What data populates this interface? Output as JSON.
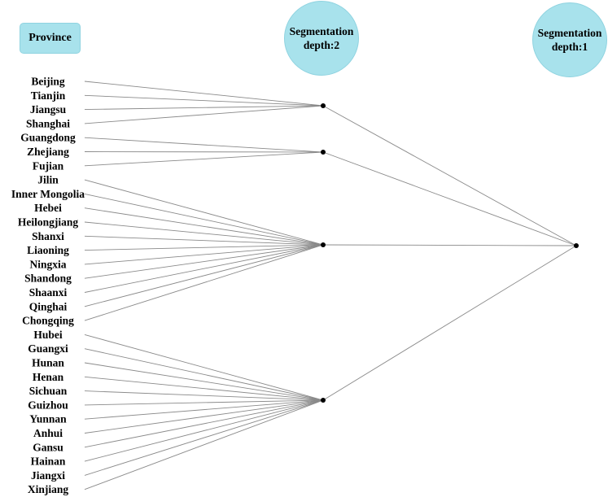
{
  "header": {
    "province_label": "Province"
  },
  "levels": {
    "depth2_label": "Segmentation\ndepth:2",
    "depth1_label": "Segmentation\ndepth:1"
  },
  "colors": {
    "header_fill": "#a8e2ec",
    "edge": "#8a8a8a",
    "node": "#000000"
  },
  "provinces": [
    {
      "name": "Beijing",
      "group": 0
    },
    {
      "name": "Tianjin",
      "group": 0
    },
    {
      "name": "Jiangsu",
      "group": 0
    },
    {
      "name": "Shanghai",
      "group": 0
    },
    {
      "name": "Guangdong",
      "group": 1
    },
    {
      "name": "Zhejiang",
      "group": 1
    },
    {
      "name": "Fujian",
      "group": 1
    },
    {
      "name": "Jilin",
      "group": 2
    },
    {
      "name": "Inner Mongolia",
      "group": 2
    },
    {
      "name": "Hebei",
      "group": 2
    },
    {
      "name": "Heilongjiang",
      "group": 2
    },
    {
      "name": "Shanxi",
      "group": 2
    },
    {
      "name": "Liaoning",
      "group": 2
    },
    {
      "name": "Ningxia",
      "group": 2
    },
    {
      "name": "Shandong",
      "group": 2
    },
    {
      "name": "Shaanxi",
      "group": 2
    },
    {
      "name": "Qinghai",
      "group": 2
    },
    {
      "name": "Chongqing",
      "group": 2
    },
    {
      "name": "Hubei",
      "group": 3
    },
    {
      "name": "Guangxi",
      "group": 3
    },
    {
      "name": "Hunan",
      "group": 3
    },
    {
      "name": "Henan",
      "group": 3
    },
    {
      "name": "Sichuan",
      "group": 3
    },
    {
      "name": "Guizhou",
      "group": 3
    },
    {
      "name": "Yunnan",
      "group": 3
    },
    {
      "name": "Anhui",
      "group": 3
    },
    {
      "name": "Gansu",
      "group": 3
    },
    {
      "name": "Hainan",
      "group": 3
    },
    {
      "name": "Jiangxi",
      "group": 3
    },
    {
      "name": "Xinjiang",
      "group": 3
    }
  ],
  "depth2_clusters": [
    {
      "id": 0
    },
    {
      "id": 1
    },
    {
      "id": 2
    },
    {
      "id": 3
    }
  ]
}
